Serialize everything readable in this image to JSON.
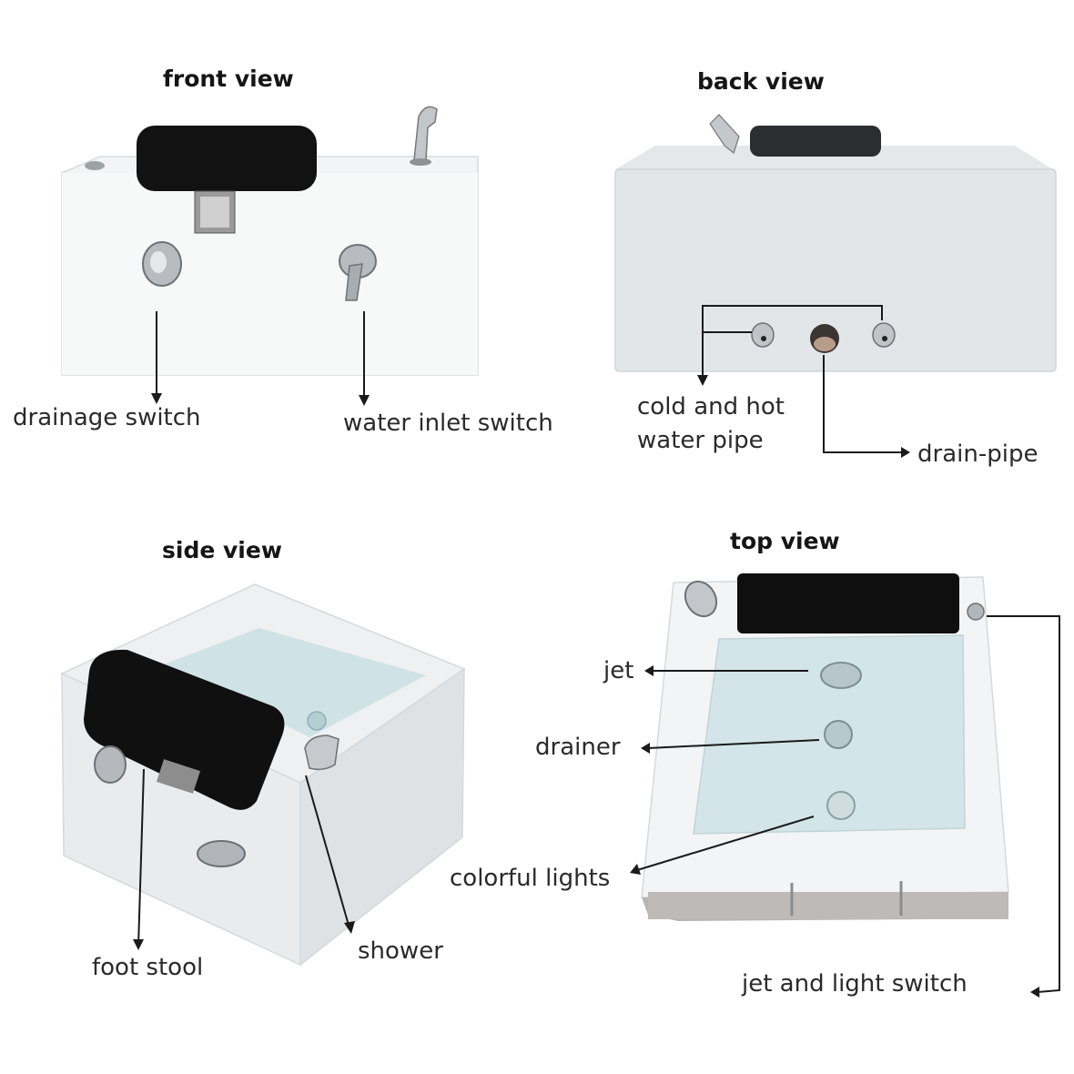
{
  "panels": {
    "front": {
      "title": "front view",
      "labels": {
        "drainage_switch": "drainage switch",
        "water_inlet_switch": "water inlet switch"
      }
    },
    "back": {
      "title": "back view",
      "labels": {
        "cold_hot_line1": "cold and hot",
        "cold_hot_line2": "water pipe",
        "drain_pipe": "drain-pipe"
      }
    },
    "side": {
      "title": "side view",
      "labels": {
        "foot_stool": "foot stool",
        "shower": "shower"
      }
    },
    "top": {
      "title": "top view",
      "labels": {
        "jet": "jet",
        "drainer": "drainer",
        "colorful_lights": "colorful lights",
        "jet_light_switch": "jet and light switch"
      }
    }
  },
  "colors": {
    "background": "#ffffff",
    "basin_white": "#f2f3f4",
    "cushion_black": "#111111",
    "water_blue": "#cfe3e6",
    "chrome": "#b9bcc0",
    "line": "#1a1a1a"
  }
}
